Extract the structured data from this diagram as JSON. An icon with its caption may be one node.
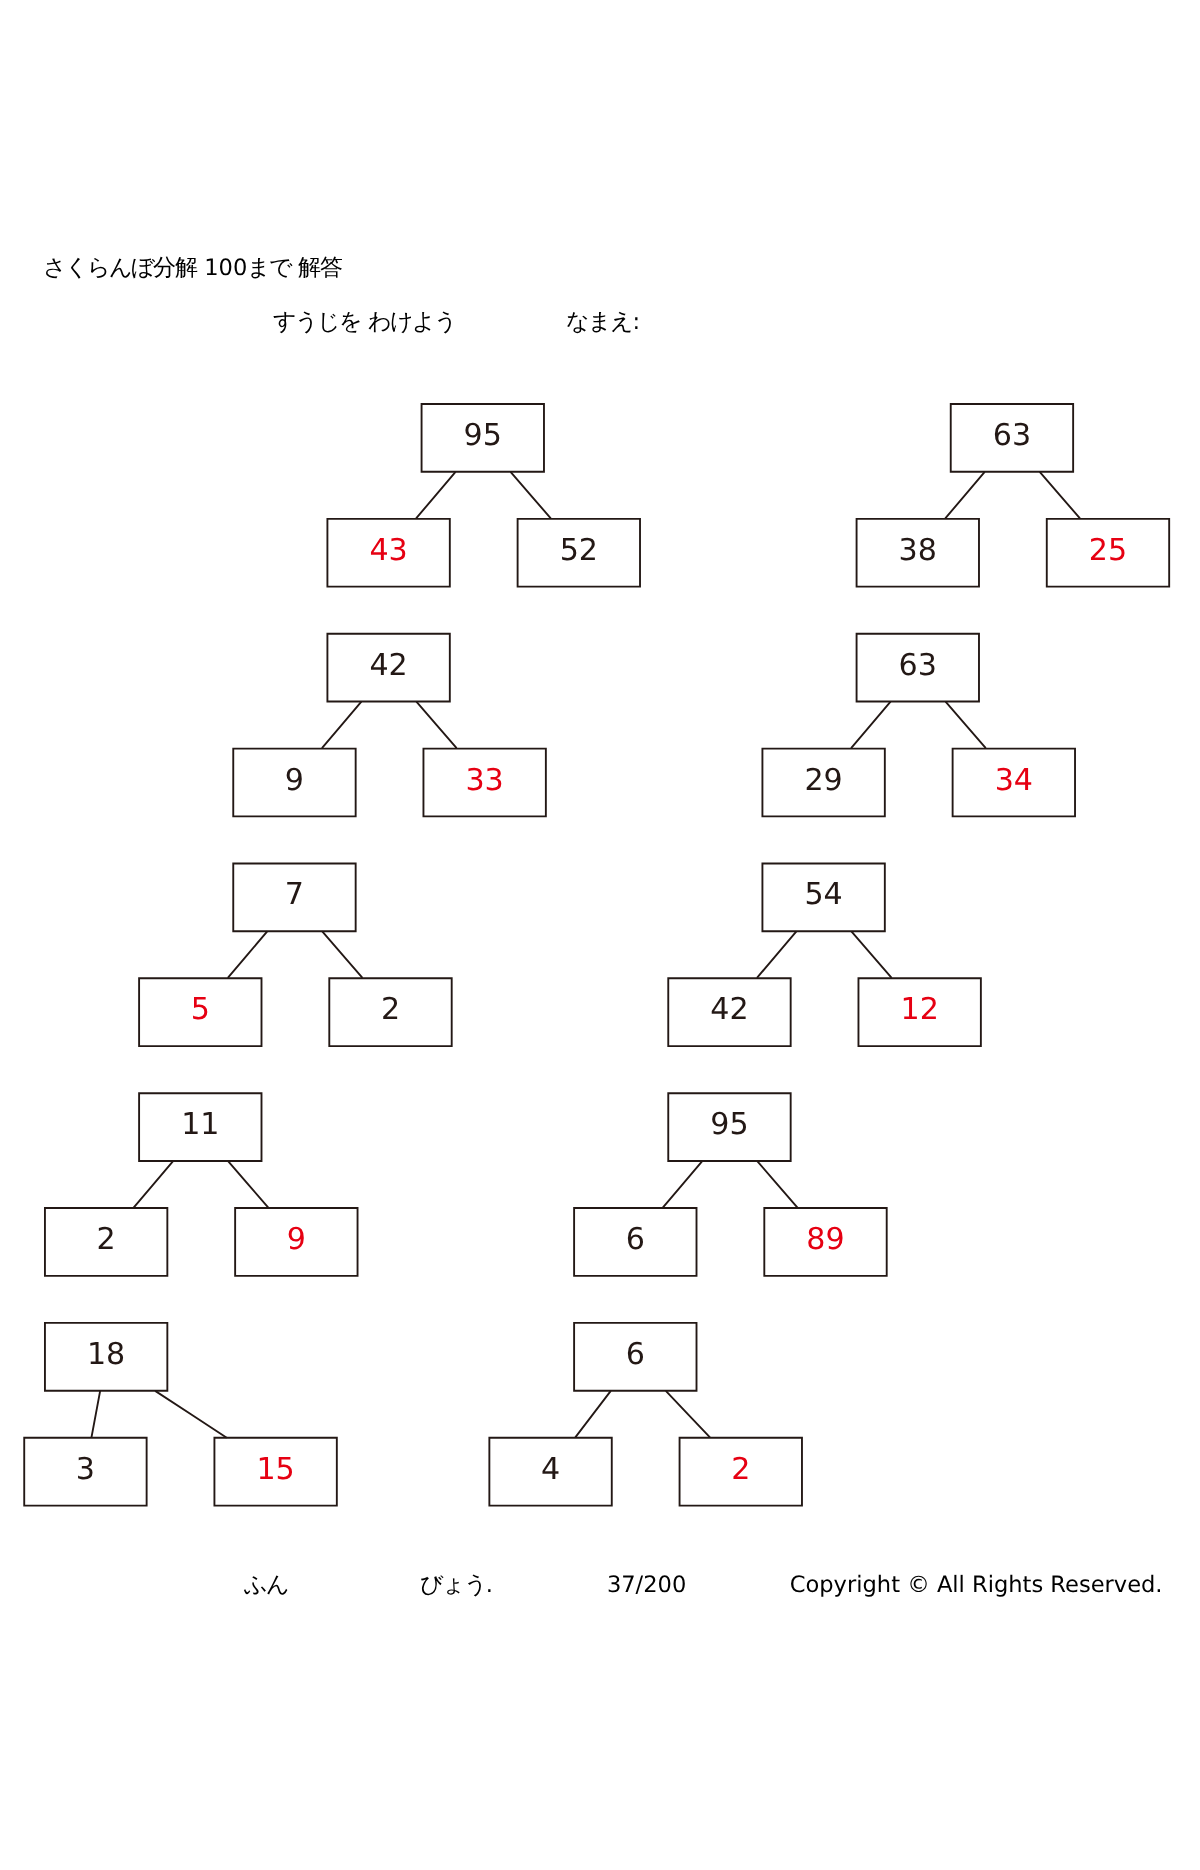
{
  "diagram": {
    "title": "さくらんぼ分解 100まで 解答",
    "nodes": [
      {
        "text": [
          "95"
        ]
      },
      {
        "text": [
          "43"
        ]
      },
      {
        "text": [
          "52"
        ]
      },
      {
        "text": [
          "63"
        ]
      },
      {
        "text": [
          "38"
        ]
      },
      {
        "text": [
          "25"
        ]
      },
      {
        "text": [
          "42"
        ]
      },
      {
        "text": [
          "9"
        ]
      },
      {
        "text": [
          "33"
        ]
      },
      {
        "text": [
          "63"
        ]
      },
      {
        "text": [
          "29"
        ]
      },
      {
        "text": [
          "34"
        ]
      },
      {
        "text": [
          "7"
        ]
      },
      {
        "text": [
          "5"
        ]
      },
      {
        "text": [
          "2"
        ]
      },
      {
        "text": [
          "54"
        ]
      },
      {
        "text": [
          "42"
        ]
      },
      {
        "text": [
          "12"
        ]
      },
      {
        "text": [
          "11"
        ]
      },
      {
        "text": [
          "2"
        ]
      },
      {
        "text": [
          "9"
        ]
      },
      {
        "text": [
          "95"
        ]
      },
      {
        "text": [
          "6"
        ]
      },
      {
        "text": [
          "89"
        ]
      },
      {
        "text": [
          "18"
        ]
      },
      {
        "text": [
          "3"
        ]
      },
      {
        "text": [
          "15"
        ]
      },
      {
        "text": [
          "6"
        ]
      },
      {
        "text": [
          "4"
        ]
      },
      {
        "text": [
          "2"
        ]
      }
    ],
    "edges": [
      {
        "from": 0,
        "to": 1,
        "arrow": "none"
      },
      {
        "from": 0,
        "to": 2,
        "arrow": "none"
      },
      {
        "from": 3,
        "to": 4,
        "arrow": "none"
      },
      {
        "from": 3,
        "to": 5,
        "arrow": "none"
      },
      {
        "from": 6,
        "to": 7,
        "arrow": "none"
      },
      {
        "from": 6,
        "to": 8,
        "arrow": "none"
      },
      {
        "from": 9,
        "to": 10,
        "arrow": "none"
      },
      {
        "from": 9,
        "to": 11,
        "arrow": "none"
      },
      {
        "from": 12,
        "to": 13,
        "arrow": "none"
      },
      {
        "from": 12,
        "to": 14,
        "arrow": "none"
      },
      {
        "from": 15,
        "to": 16,
        "arrow": "none"
      },
      {
        "from": 15,
        "to": 17,
        "arrow": "none"
      },
      {
        "from": 18,
        "to": 19,
        "arrow": "none"
      },
      {
        "from": 18,
        "to": 20,
        "arrow": "none"
      },
      {
        "from": 21,
        "to": 22,
        "arrow": "none"
      },
      {
        "from": 21,
        "to": 23,
        "arrow": "none"
      },
      {
        "from": 24,
        "to": 25,
        "arrow": "none"
      },
      {
        "from": 24,
        "to": 26,
        "arrow": "none"
      },
      {
        "from": 27,
        "to": 28,
        "arrow": "none"
      },
      {
        "from": 27,
        "to": 29,
        "arrow": "none"
      }
    ],
    "labels": [
      "すうじを わけよう",
      "なまえ:",
      "ふん",
      "びょう.",
      "37/200",
      "Copyright © All Rights Reserved."
    ]
  }
}
